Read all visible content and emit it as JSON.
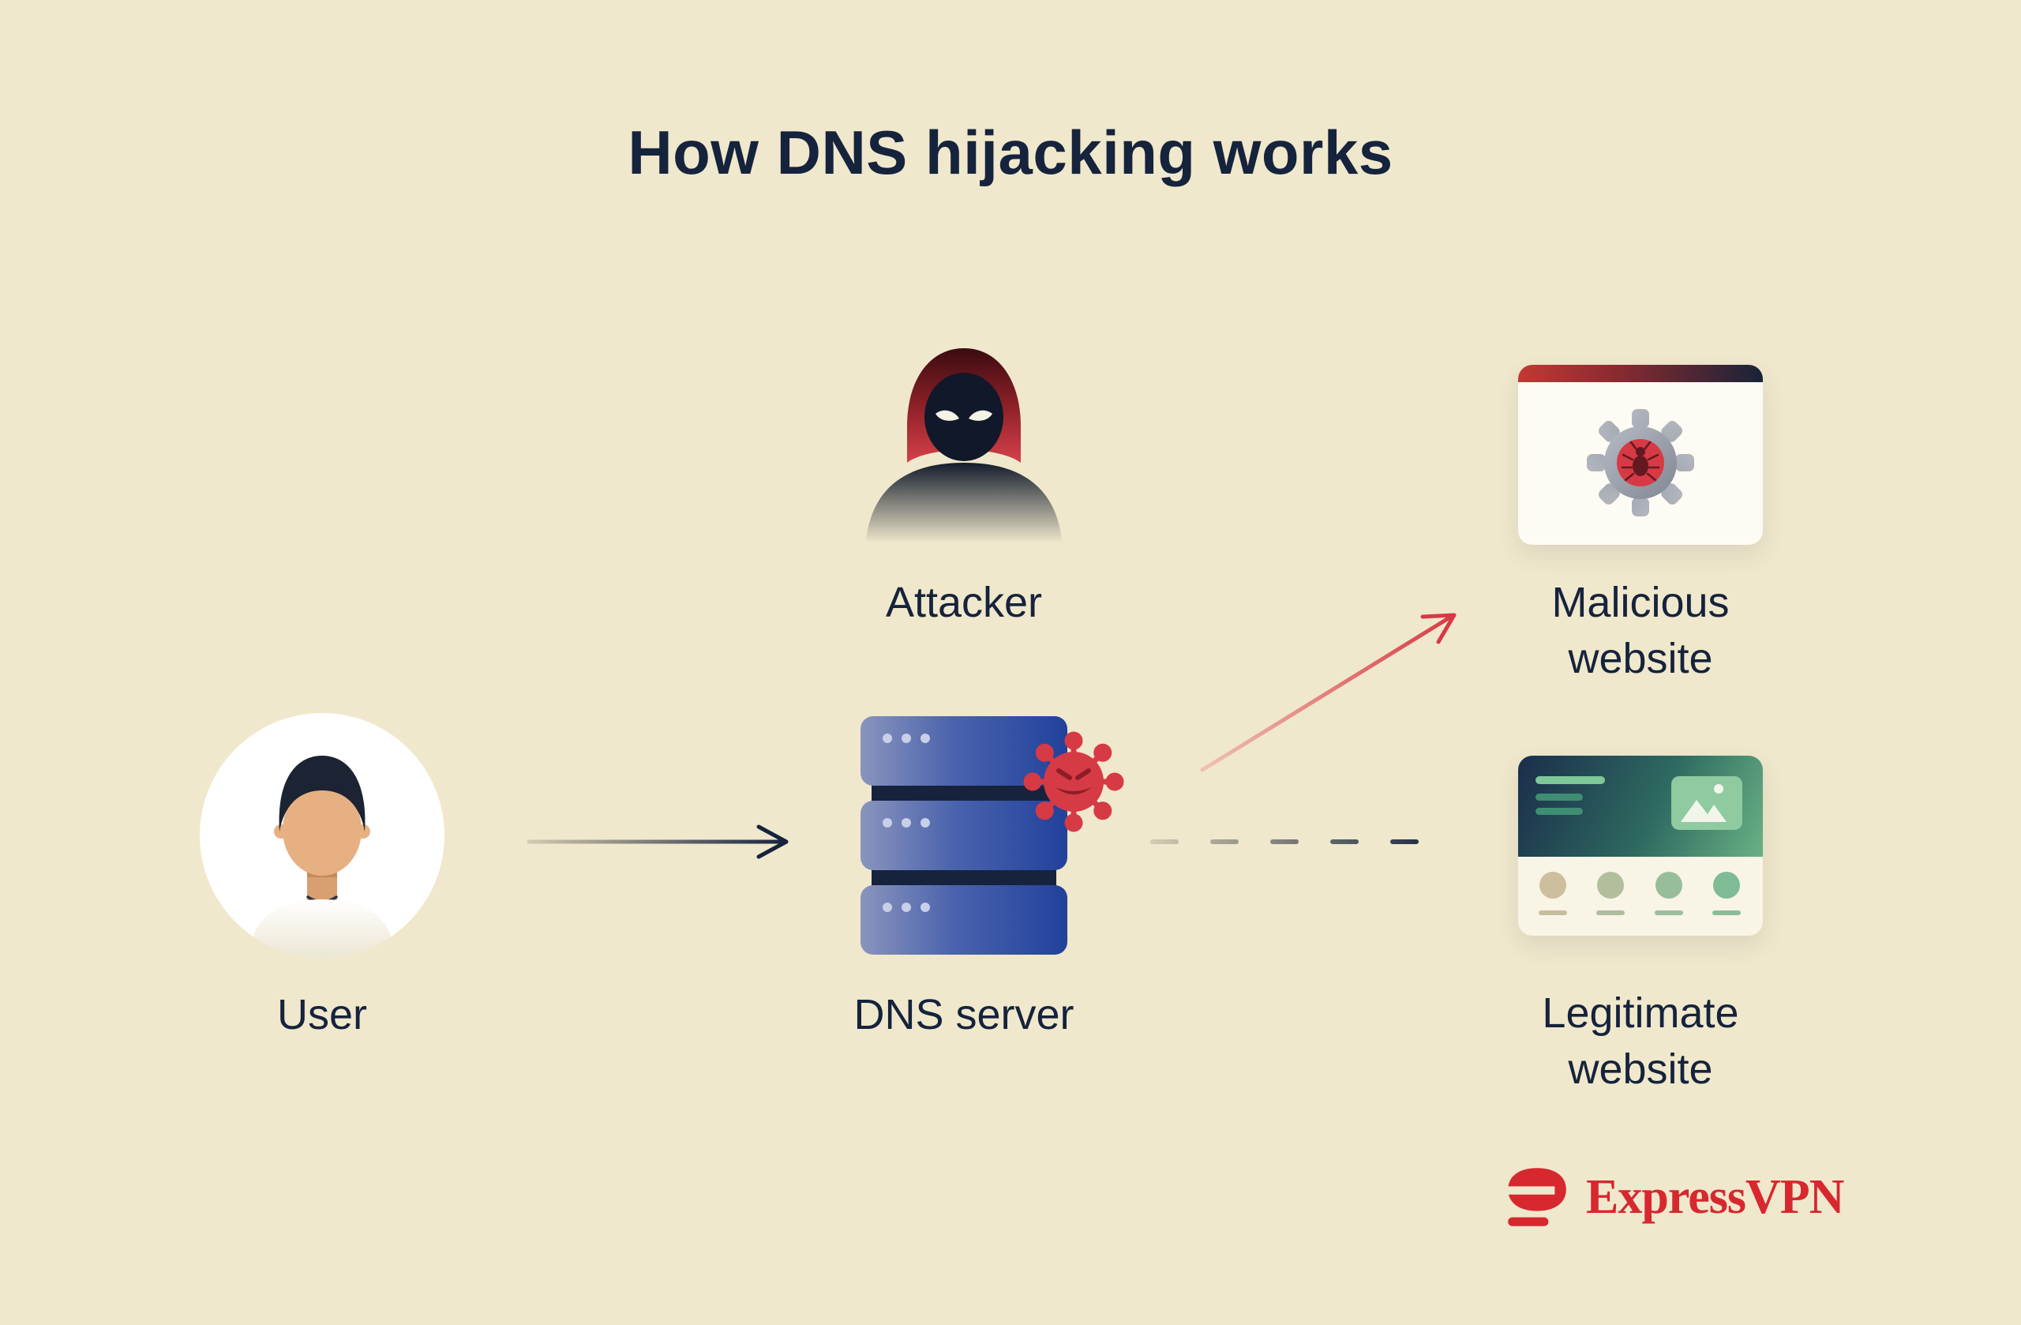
{
  "title": "How DNS hijacking works",
  "diagram": {
    "nodes": [
      {
        "id": "user",
        "label": "User",
        "icon": "person-avatar-icon"
      },
      {
        "id": "attacker",
        "label": "Attacker",
        "icon": "hooded-attacker-icon"
      },
      {
        "id": "dns_server",
        "label": "DNS server",
        "icon": "server-stack-icon"
      },
      {
        "id": "malicious_website",
        "label": "Malicious website",
        "icon": "browser-gear-bug-icon"
      },
      {
        "id": "legitimate_website",
        "label": "Legitimate website",
        "icon": "browser-page-icon"
      }
    ],
    "edges": [
      {
        "from": "user",
        "to": "dns_server",
        "style": "solid",
        "color": "#15233c"
      },
      {
        "from": "dns_server",
        "to": "malicious_website",
        "style": "solid",
        "color": "#d63a45"
      },
      {
        "from": "dns_server",
        "to": "legitimate_website",
        "style": "dashed",
        "color": "#15233c"
      }
    ],
    "overlay_icon": "virus-icon"
  },
  "branding": {
    "logo_text": "ExpressVPN",
    "logo_icon": "expressvpn-logo-icon",
    "logo_color": "#d7282f"
  },
  "colors": {
    "background": "#f0e8cc",
    "text": "#15233c",
    "accent_red": "#d63a45",
    "server_blue_light": "#8a94bd",
    "server_blue_dark": "#21419b",
    "site_green": "#63ad80"
  }
}
